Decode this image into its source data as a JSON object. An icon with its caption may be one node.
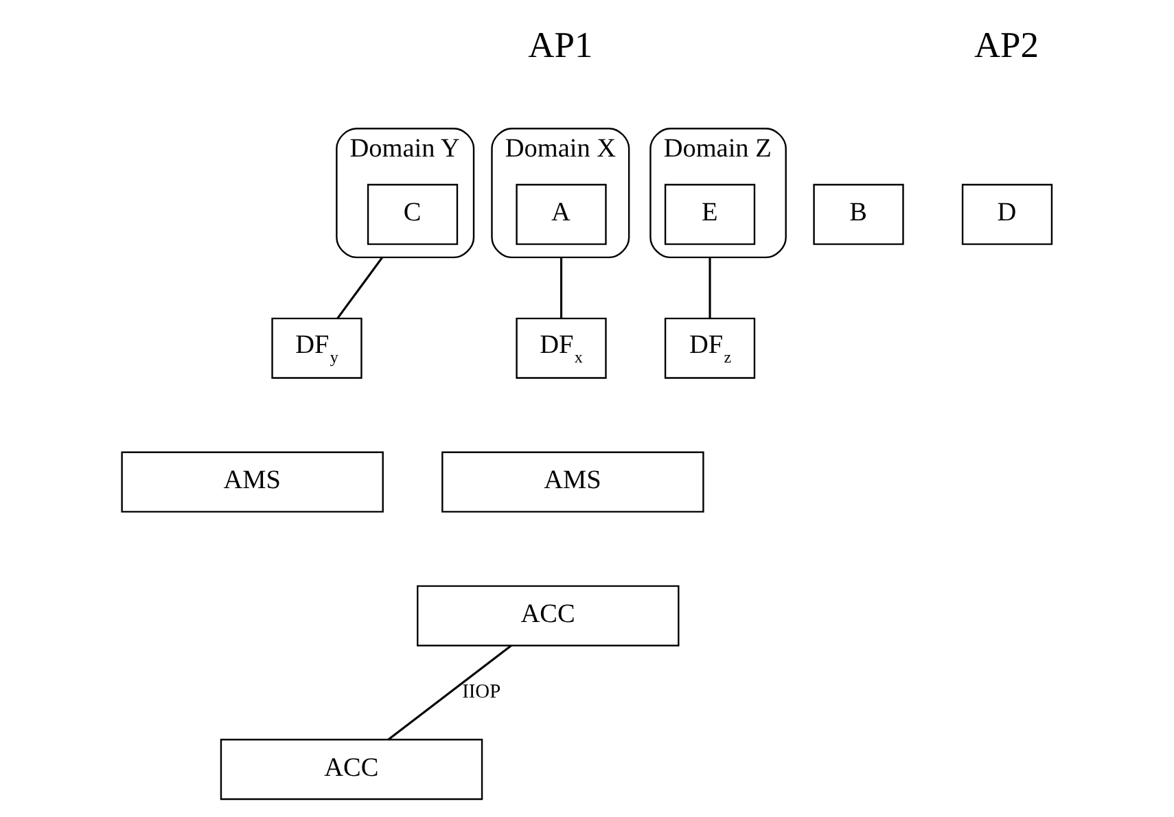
{
  "diagram": {
    "nodes": [
      {
        "text": [
          "Domain X"
        ]
      },
      {
        "text": [
          "Domain Y"
        ]
      },
      {
        "text": [
          "Domain Z"
        ]
      },
      {
        "text": [
          "A"
        ],
        "in": 0
      },
      {
        "text": [
          "B"
        ]
      },
      {
        "text": [
          "C"
        ],
        "in": 1
      },
      {
        "text": [
          "D"
        ]
      },
      {
        "text": [
          "E"
        ],
        "in": 2
      },
      {
        "text": [
          "DF$_{x}$"
        ]
      },
      {
        "text": [
          "DF$_{y}$"
        ]
      },
      {
        "text": [
          "DF$_{z}$"
        ]
      },
      {
        "text": [
          "AMS"
        ]
      },
      {
        "text": [
          "ACC"
        ]
      },
      {
        "text": [
          "AMS"
        ]
      },
      {
        "text": [
          "ACC"
        ]
      }
    ],
    "edges": [
      {
        "from": 0,
        "to": 8,
        "arrow": "none"
      },
      {
        "from": 1,
        "to": 9,
        "arrow": "none"
      },
      {
        "from": 2,
        "to": 10,
        "arrow": "none"
      },
      {
        "from": 12,
        "to": 14,
        "arrow": "none",
        "label": "IIOP"
      }
    ],
    "labels": [
      "AP1",
      "AP2"
    ]
  }
}
